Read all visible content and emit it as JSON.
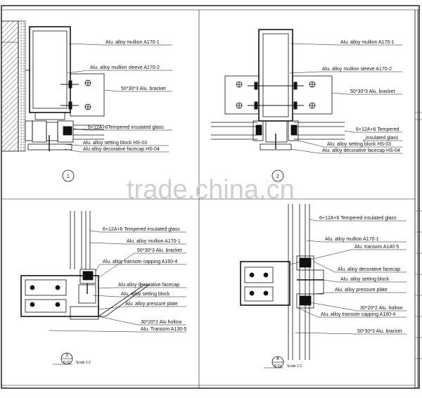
{
  "watermark": "trade.china.cn",
  "details": [
    {
      "number": "1",
      "labels": [
        "Alu. alloy mullion A170-1",
        "Alu. alloy mullion sleeve A170-2",
        "50*30*3 Alu. bracket",
        "6+12A+6Tempered insulated glass",
        "Alu. alloy setting block HS-03",
        "Alu alloy decorative facecap HS-04"
      ]
    },
    {
      "number": "2",
      "labels": [
        "Alu. alloy mullion A170-1",
        "Alu. alloy mullion sleeve A170-2",
        "50*30*3 Alu. bracket",
        "6+12A+6 Tempered",
        "insulated glass",
        "Alu. alloy setting block HS-03",
        "Alu. alloy decorative facecap HS-04"
      ]
    },
    {
      "number": "3",
      "code": "D-01",
      "scale": "Scale  1:2",
      "labels": [
        "6+12A+6 Tempered insulated glass",
        "Alu. alloy mullion A170-1",
        "50*30*3 Alu. bracket",
        "Alu. alloy transom capping A160-4",
        "Alu alloy decorative facecap",
        "Alu. alloy setting block",
        "Alu. alloy pressure plate",
        "30*20*2 Alu hollow",
        "Alu. Transom A130-5"
      ]
    },
    {
      "number": "4",
      "code": "D-01",
      "scale": "Scale  1:2",
      "labels": [
        "6+12A+6 Tempered insulated glass",
        "Alu. alloy mullion A170-1",
        "Alu. transom A140-5",
        "Alu. alloy decorative facecap",
        "Alu. alloy setting block",
        "Alu. alloy pressure plate",
        "30*20*2 Alu. hollow",
        "Alu. alloy transom capping A160-4",
        "50*30*3 Alu. bracket"
      ]
    }
  ]
}
